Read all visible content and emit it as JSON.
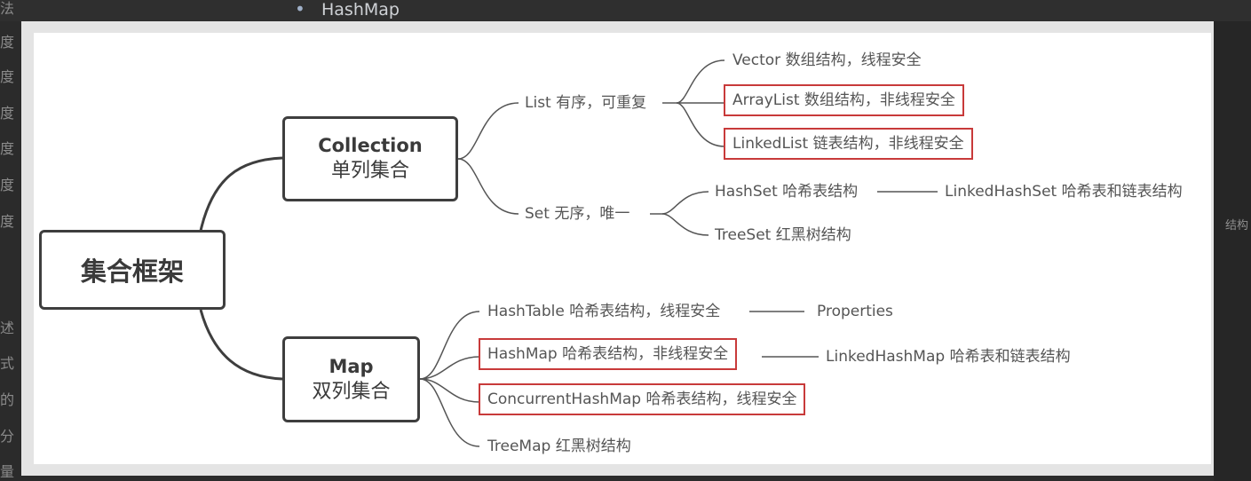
{
  "background": {
    "title": "HashMap",
    "side_chars": [
      "法",
      "度",
      "度",
      "度",
      "度",
      "度",
      "度",
      "述",
      "式",
      "的",
      "分",
      "量"
    ],
    "right_label": "结构"
  },
  "mindmap": {
    "root": "集合框架",
    "collection": {
      "title": "Collection",
      "subtitle": "单列集合",
      "list": "List 有序，可重复",
      "vector": "Vector 数组结构，线程安全",
      "arraylist": "ArrayList 数组结构，非线程安全",
      "linkedlist": "LinkedList 链表结构，非线程安全",
      "set": "Set 无序，唯一",
      "hashset": "HashSet 哈希表结构",
      "linkedhashset": "LinkedHashSet 哈希表和链表结构",
      "treeset": "TreeSet 红黑树结构"
    },
    "map": {
      "title": "Map",
      "subtitle": "双列集合",
      "hashtable": "HashTable 哈希表结构，线程安全",
      "properties": "Properties",
      "hashmap": "HashMap 哈希表结构，非线程安全",
      "linkedhashmap": "LinkedHashMap 哈希表和链表结构",
      "concurrenthashmap": "ConcurrentHashMap 哈希表结构，线程安全",
      "treemap": "TreeMap 红黑树结构"
    }
  },
  "colors": {
    "highlight_border": "#c83a3a",
    "node_border": "#3e3e3e"
  }
}
